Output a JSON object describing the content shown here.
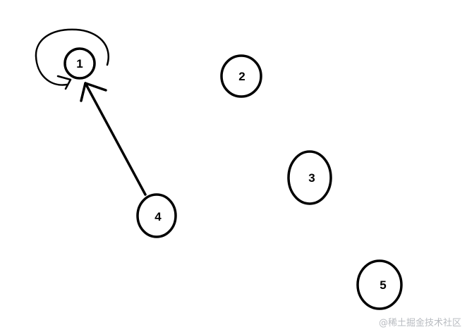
{
  "nodes": [
    {
      "id": "1",
      "label": "1"
    },
    {
      "id": "2",
      "label": "2"
    },
    {
      "id": "3",
      "label": "3"
    },
    {
      "id": "4",
      "label": "4"
    },
    {
      "id": "5",
      "label": "5"
    }
  ],
  "edges": [
    {
      "from": "4",
      "to": "1",
      "kind": "arrow"
    },
    {
      "from": "1",
      "to": "1",
      "kind": "self-loop"
    }
  ],
  "watermark": "@稀土掘金技术社区",
  "colors": {
    "stroke": "#000000",
    "background": "#ffffff",
    "watermark": "#b9bcc1"
  }
}
